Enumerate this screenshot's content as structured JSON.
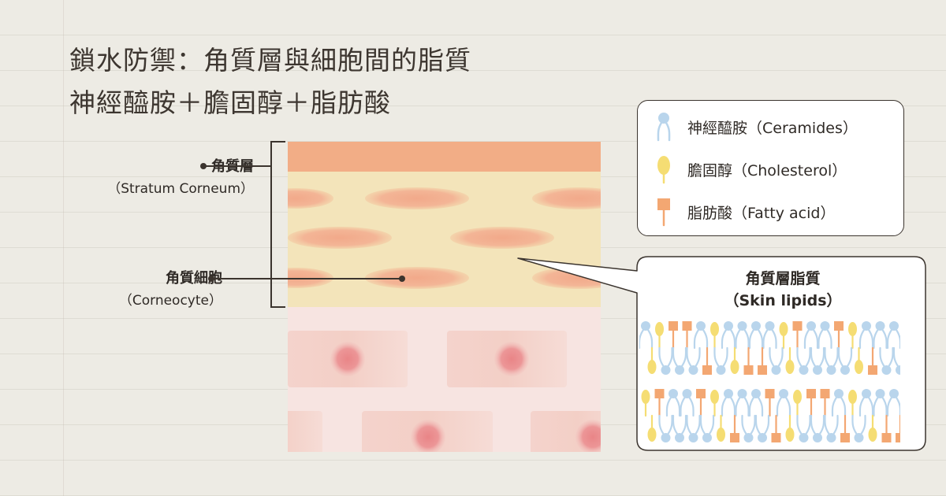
{
  "title": {
    "line1": "鎖水防禦：角質層與細胞間的脂質",
    "line2": "神經醯胺＋膽固醇＋脂肪酸"
  },
  "labels": {
    "stratum_corneum_zh": "角質層",
    "stratum_corneum_en": "（Stratum Corneum）",
    "corneocyte_zh": "角質細胞",
    "corneocyte_en": "（Corneocyte）"
  },
  "legend": {
    "items": [
      {
        "label": "神經醯胺（Ceramides）",
        "icon": "ceramide-icon",
        "color": "#b9d5ec"
      },
      {
        "label": "膽固醇（Cholesterol）",
        "icon": "cholesterol-icon",
        "color": "#f5dd73"
      },
      {
        "label": "脂肪酸（Fatty acid）",
        "icon": "fatty-acid-icon",
        "color": "#f3a772"
      }
    ]
  },
  "callout": {
    "title_zh": "角質層脂質",
    "title_en": "（Skin lipids）"
  },
  "colors": {
    "stratum_top": "#f3ad85",
    "lipid_matrix": "#f3e3b8",
    "corneocyte": "#f2b79a",
    "lower_skin": "#f6e0dd",
    "nucleus": "#eb8f90",
    "ceramide": "#b9d5ec",
    "cholesterol": "#f5dd73",
    "fatty_acid": "#f3a772"
  }
}
